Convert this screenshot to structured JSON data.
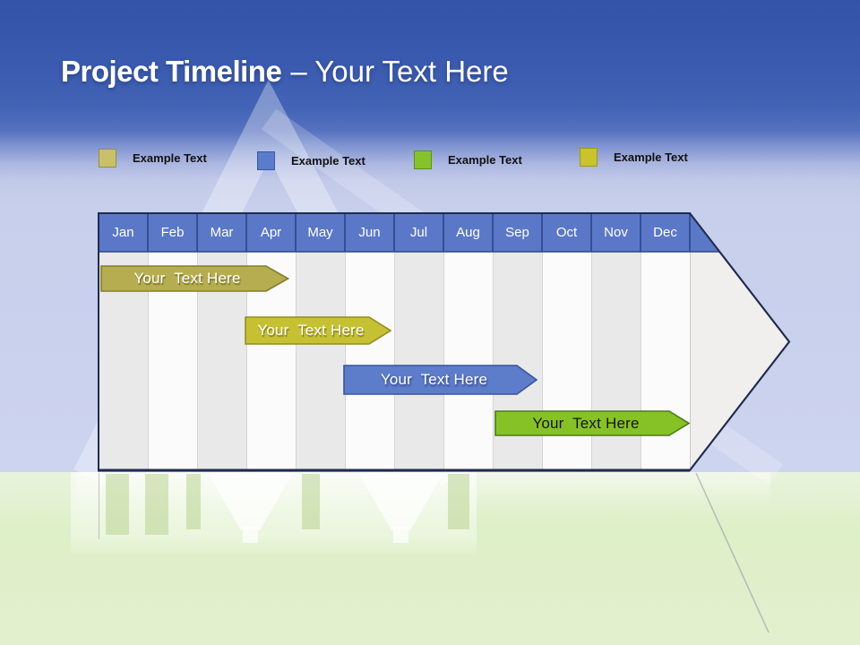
{
  "slide": {
    "title_bold": "Project Timeline",
    "title_rest": "– Your Text Here"
  },
  "legend": {
    "items": [
      {
        "label": "Example Text",
        "color": "#c9c06a",
        "border": "#968e3e"
      },
      {
        "label": "Example Text",
        "color": "#5b7cca",
        "border": "#3a58a8"
      },
      {
        "label": "Example Text",
        "color": "#86c32b",
        "border": "#5e8f1d"
      },
      {
        "label": "Example Text",
        "color": "#c9c32c",
        "border": "#9d981f"
      }
    ]
  },
  "chart_data": {
    "type": "gantt",
    "title": "Project Timeline",
    "months": [
      "Jan",
      "Feb",
      "Mar",
      "Apr",
      "May",
      "Jun",
      "Jul",
      "Aug",
      "Sep",
      "Oct",
      "Nov",
      "Dec"
    ],
    "header_color": "#5b78c8",
    "body_stripe_colors": [
      "#e9e9ea",
      "#fbfbfc"
    ],
    "outline_color": "#1f2c50",
    "bars": [
      {
        "label": "Your  Text Here",
        "start": "Jan",
        "end": "Apr",
        "row": 1,
        "fill": "#b5ad4f",
        "border": "#847e2b",
        "text_color": "#ffffff"
      },
      {
        "label": "Your  Text Here",
        "start": "Apr",
        "end": "Jun",
        "row": 2,
        "fill": "#c6c033",
        "border": "#938d20",
        "text_color": "#ffffff"
      },
      {
        "label": "Your  Text Here",
        "start": "Jun",
        "end": "Sep",
        "row": 3,
        "fill": "#5d7cca",
        "border": "#37549f",
        "text_color": "#ffffff"
      },
      {
        "label": "Your  Text Here",
        "start": "Sep",
        "end": "Dec",
        "row": 4,
        "fill": "#86c226",
        "border": "#4f7a16",
        "text_color": "#161608"
      }
    ]
  }
}
